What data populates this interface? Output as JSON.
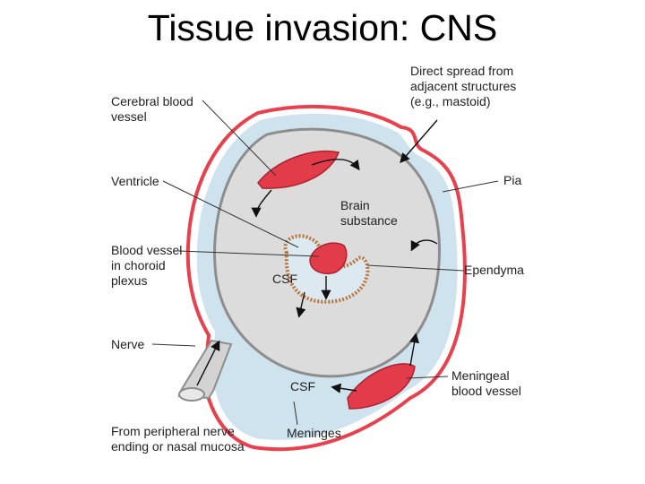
{
  "slide": {
    "title": "Tissue invasion: CNS"
  },
  "colors": {
    "meninges_outer": "#e8404d",
    "meninges_inner": "#cfe3ee",
    "brain": "#dcdcdc",
    "brain_border": "#8d8d8d",
    "vessel_fill": "#e23c4a",
    "choroid_dots": "#b8743a",
    "nerve": "#d3d3d3"
  },
  "labels": {
    "cerebral_vessel": [
      "Cerebral blood",
      "vessel"
    ],
    "ventricle": [
      "Ventricle"
    ],
    "choroid": [
      "Blood vessel",
      "in choroid",
      "plexus"
    ],
    "nerve": [
      "Nerve"
    ],
    "peripheral": [
      "From peripheral nerve",
      "ending or nasal mucosa"
    ],
    "direct_spread": [
      "Direct spread from",
      "adjacent structures",
      "(e.g., mastoid)"
    ],
    "pia": [
      "Pia"
    ],
    "brain_substance": [
      "Brain",
      "substance"
    ],
    "ependyma": [
      "Ependyma"
    ],
    "meningeal_vessel": [
      "Meningeal",
      "blood vessel"
    ],
    "meninges": [
      "Meninges"
    ],
    "csf_ventricle": [
      "CSF"
    ],
    "csf_space": [
      "CSF"
    ]
  }
}
